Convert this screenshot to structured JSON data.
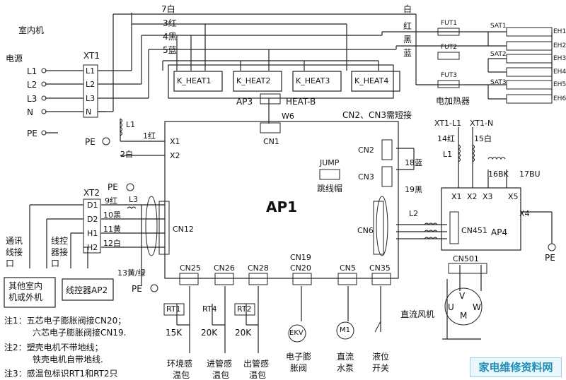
{
  "top": {
    "indoor_unit": "室内机",
    "power": "电源",
    "wire7": "7白",
    "wire3": "3红",
    "wire4": "4黑",
    "wire5": "5蓝",
    "white": "白",
    "red": "红",
    "black": "黑",
    "blue": "蓝",
    "fut1": "FUT1",
    "fut2": "FUT2",
    "fut3": "FUT3",
    "sat1": "SAT1",
    "sat2": "SAT2",
    "sat3": "SAT3",
    "eh": [
      "EH1",
      "EH2",
      "EH3",
      "EH4",
      "EH5",
      "EH6"
    ],
    "heater": "电加热器"
  },
  "xt1": {
    "label": "XT1",
    "terminals": [
      "L1",
      "L2",
      "L3",
      "N"
    ],
    "lines": [
      "L1",
      "L2",
      "L3",
      "N"
    ],
    "pe": "PE"
  },
  "relays": [
    "K_HEAT1",
    "K_HEAT2",
    "K_HEAT3",
    "K_HEAT4"
  ],
  "ap3": "AP3",
  "heatb": "HEAT-B",
  "w6": "W6",
  "cn1": "CN1",
  "short_note": "CN2、CN3需短接",
  "ap1": {
    "label": "AP1",
    "x1": "X1",
    "x2": "X2",
    "l1": "L1",
    "w1red": "1红",
    "w2white": "2白",
    "pe": "PE",
    "jump": "JUMP",
    "jump_cn": "跳线帽",
    "cn2": "CN2",
    "cn3": "CN3",
    "w18": "18蓝",
    "w19": "19黑",
    "cn12": "CN12",
    "cn6": "CN6",
    "l2": "L2",
    "l3": "L3",
    "cn25": "CN25",
    "cn26": "CN26",
    "cn28": "CN28",
    "cn19": "CN19",
    "cn20": "CN20",
    "cn5": "CN5",
    "cn35": "CN35"
  },
  "xt2": {
    "label": "XT2",
    "terminals": [
      "D1",
      "D2",
      "H1",
      "H2"
    ],
    "w9": "9红",
    "w10": "10黑",
    "w11": "11黄",
    "w12": "12白",
    "w13": "13黄/绿",
    "pe": "PE"
  },
  "left": {
    "comm": [
      "通讯",
      "线接",
      "口"
    ],
    "ctrl": [
      "线控",
      "器接",
      "口"
    ],
    "other": [
      "其他室内",
      "机或外机"
    ],
    "ctrl_box": "线控器AP2"
  },
  "sensors": {
    "rt1": "RT1",
    "rt4": "RT4",
    "rt2": "RT2",
    "k1": "15K",
    "k2": "20K",
    "k3": "20K",
    "env": [
      "环境感",
      "温包"
    ],
    "inpipe": [
      "进管感",
      "温包"
    ],
    "outpipe": [
      "出管感",
      "温包"
    ]
  },
  "ekv": {
    "symbol": "EKV",
    "label": [
      "电子膨",
      "胀阀"
    ]
  },
  "pump": {
    "symbol": "M1",
    "label": [
      "直流",
      "水泵"
    ]
  },
  "level": {
    "label": [
      "液位",
      "开关"
    ]
  },
  "ap4": {
    "xt_l1": "XT1-L1",
    "xt_n": "XT1-N",
    "w14": "14红",
    "w15": "15白",
    "l1": "L1",
    "w16": "16BK",
    "w17": "17BU",
    "x1": "X1",
    "x2": "X2",
    "x3": "X3",
    "x5": "X5",
    "x4": "X4",
    "cn451": "CN451",
    "label": "AP4",
    "pe": "PE",
    "cn501": "CN501"
  },
  "motor": {
    "v": "V",
    "u": "U",
    "w": "W",
    "m": "M",
    "label": "直流风机"
  },
  "notes": [
    "注1：五芯电子膨胀阀接CN20；",
    "六芯电子膨胀阀接CN19.",
    "注2：塑壳电机不带地线；",
    "铁壳电机自带地线.",
    "注3：感温包标识RT1和RT2只"
  ],
  "watermark": "家电维修资料网"
}
